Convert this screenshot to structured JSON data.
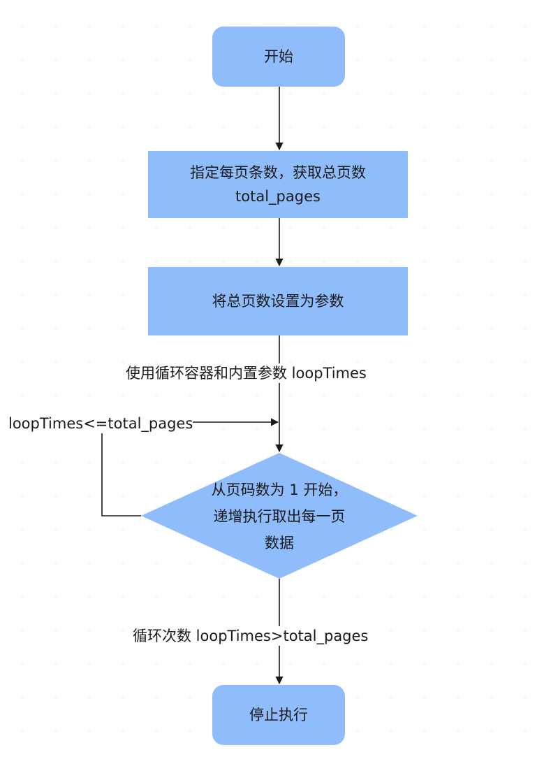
{
  "nodes": {
    "start": "开始",
    "step1": "指定每页条数，获取总页数\ntotal_pages",
    "step2": "将总页数设置为参数",
    "decision": "从页码数为 1 开始，\n递增执行取出每一页\n数据",
    "end": "停止执行"
  },
  "edges": {
    "container_label": "使用循环容器和内置参数 loopTimes",
    "loop_condition": "loopTimes<=total_pages",
    "exit_condition": "循环次数 loopTimes>total_pages"
  },
  "colors": {
    "node_fill": "#8fbdfb",
    "edge_stroke": "#1a1a1a"
  }
}
